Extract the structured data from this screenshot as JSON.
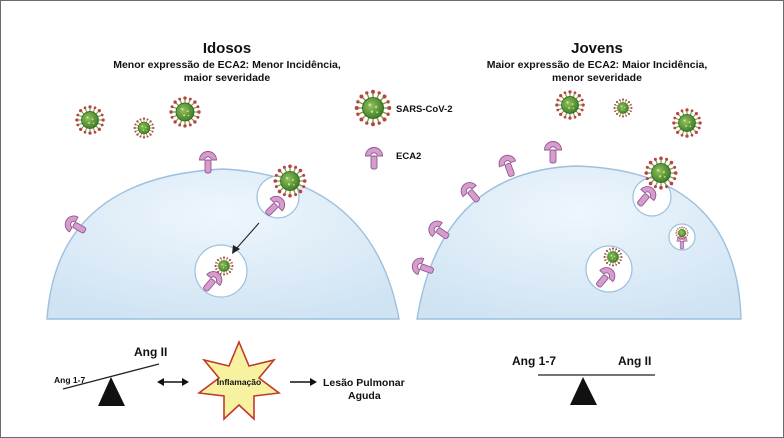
{
  "left_panel": {
    "title": "Idosos",
    "subtitle_line1": "Menor expressão de ECA2: Menor Incidência,",
    "subtitle_line2": "maior severidade"
  },
  "right_panel": {
    "title": "Jovens",
    "subtitle_line1": "Maior expressão de ECA2: Maior Incidência,",
    "subtitle_line2": "menor severidade"
  },
  "legend": {
    "virus_label": "SARS-CoV-2",
    "receptor_label": "ECA2"
  },
  "left_balance": {
    "raised_label": "Ang 1-7",
    "lowered_label": "Ang II"
  },
  "pathway": {
    "inflammation_label": "Inflamação",
    "outcome_line1": "Lesão Pulmonar",
    "outcome_line2": "Aguda"
  },
  "right_balance": {
    "left_label": "Ang 1-7",
    "right_label": "Ang II"
  },
  "colors": {
    "cell_fill": "#d6e8f5",
    "cell_stroke": "#9cc0de",
    "virus_body": "#4f8c2e",
    "virus_spike": "#b5473a",
    "receptor": "#d79bd0",
    "inflammation_fill": "#f6f2a0",
    "inflammation_stroke": "#c0392b",
    "fulcrum": "#111111"
  }
}
